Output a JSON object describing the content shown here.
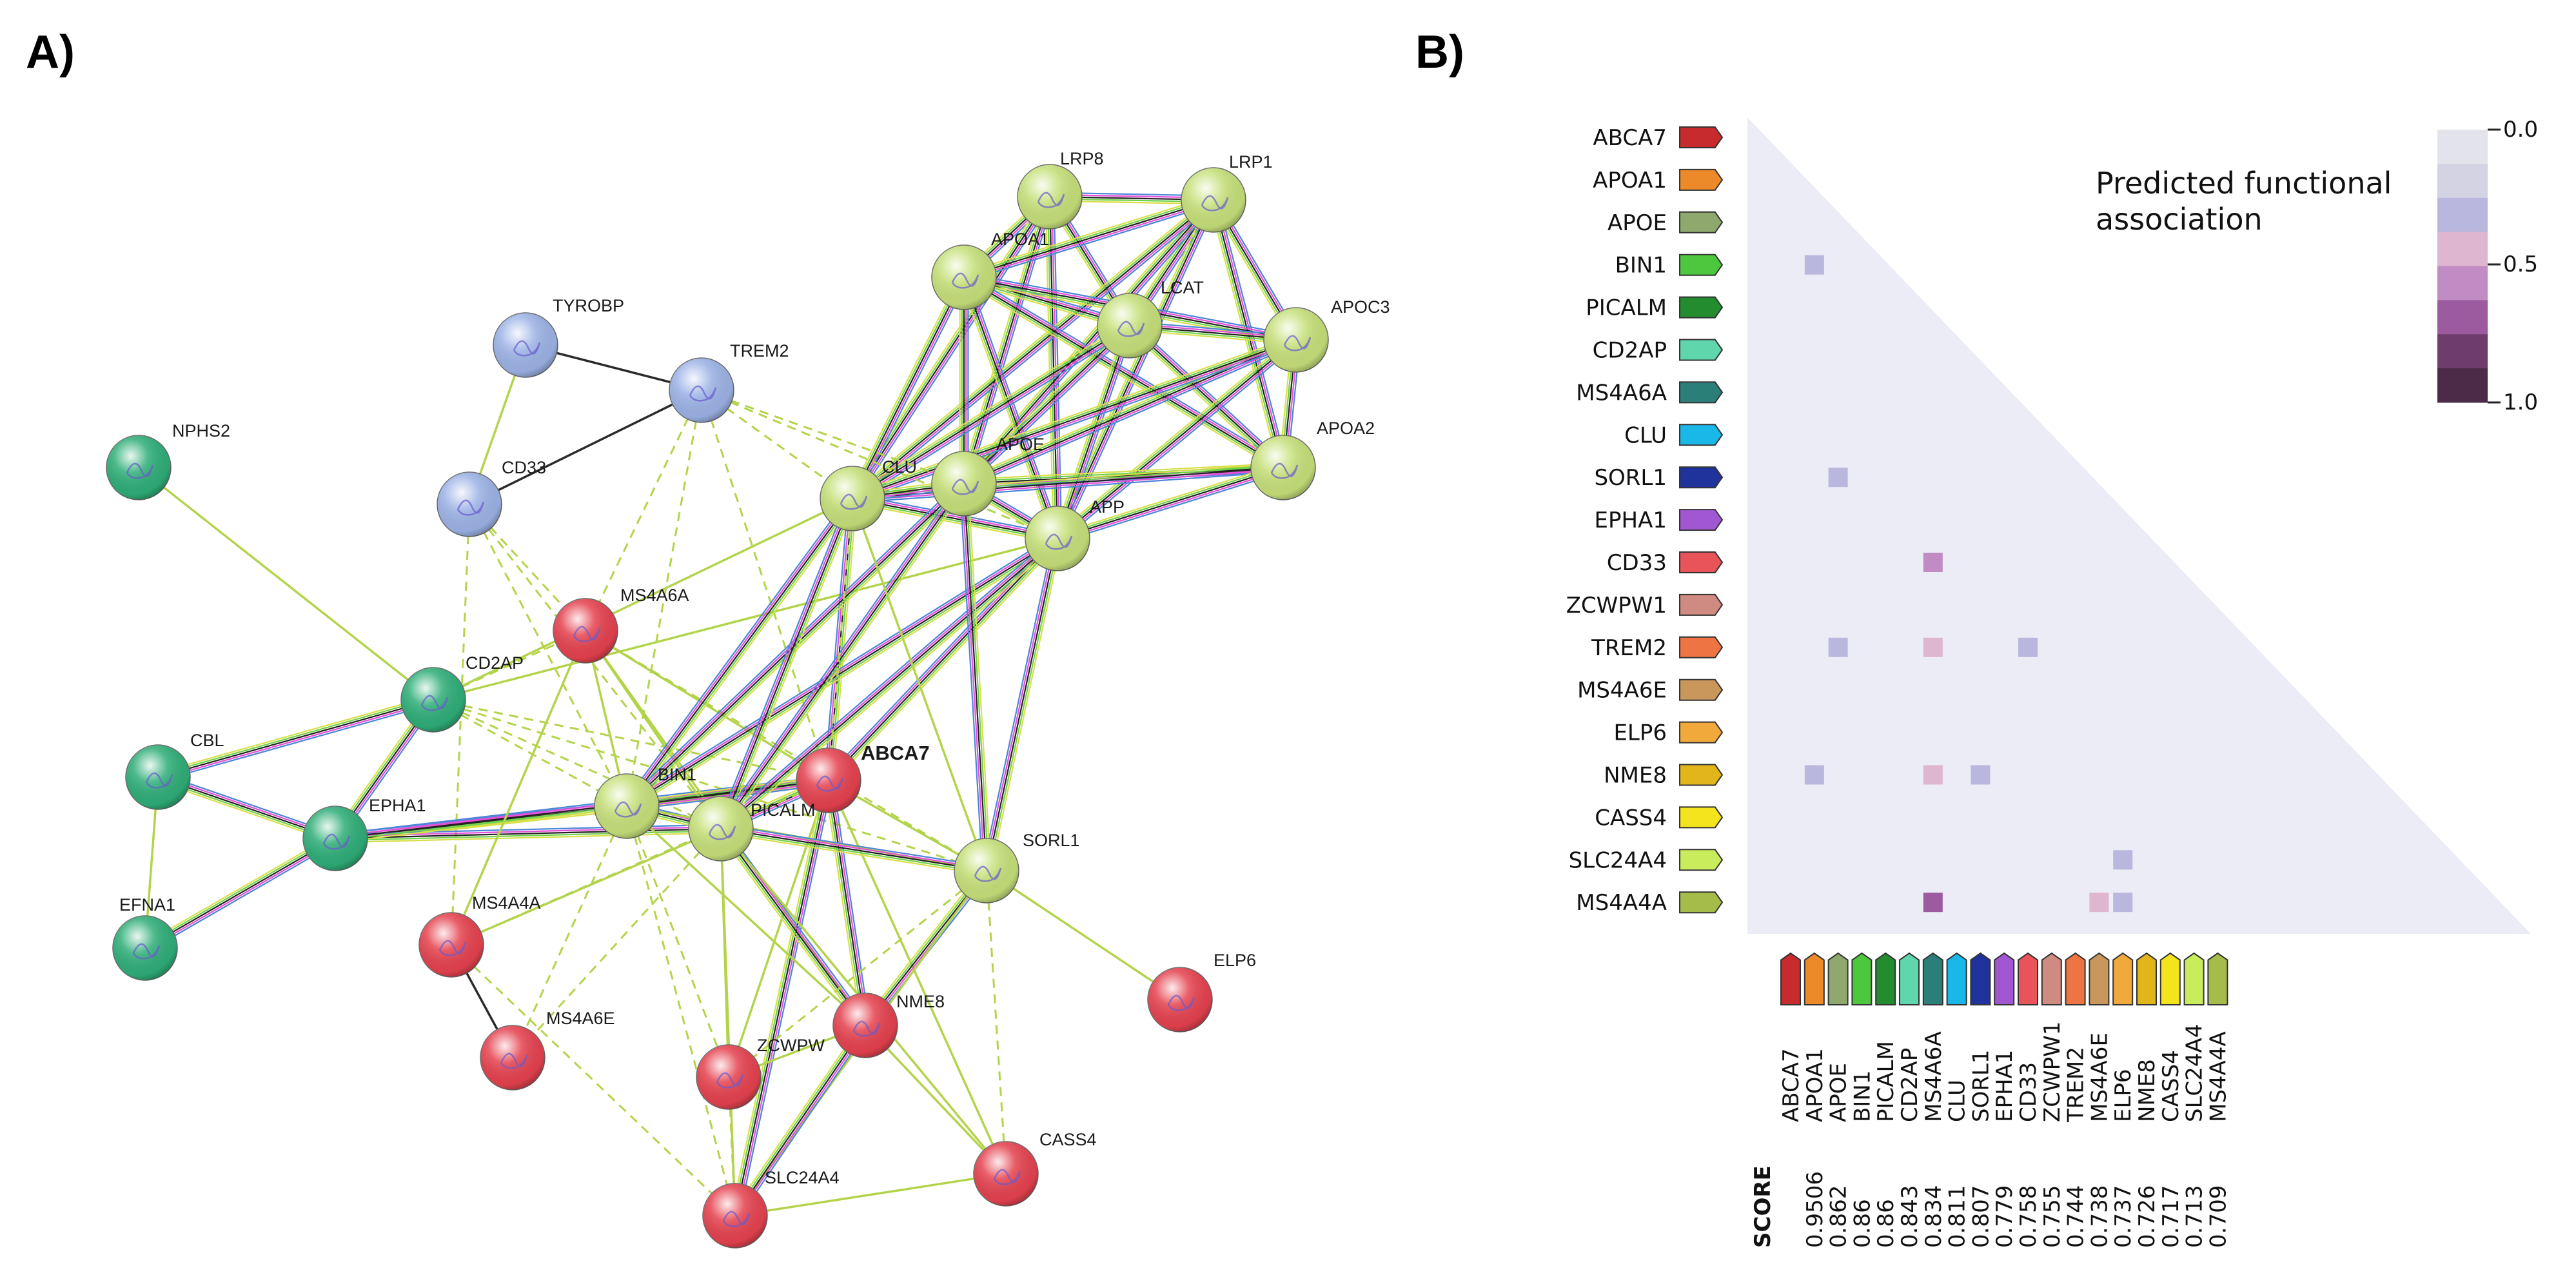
{
  "panel_a": {
    "letter": "A)",
    "nodes": [
      {
        "id": "LRP8",
        "label": "LRP8",
        "color": "#c6e07a"
      },
      {
        "id": "LRP1",
        "label": "LRP1",
        "color": "#c6e07a"
      },
      {
        "id": "APOA1",
        "label": "APOA1",
        "color": "#c6e07a"
      },
      {
        "id": "LCAT",
        "label": "LCAT",
        "color": "#c6e07a"
      },
      {
        "id": "APOC3",
        "label": "APOC3",
        "color": "#c6e07a"
      },
      {
        "id": "APOA2",
        "label": "APOA2",
        "color": "#c6e07a"
      },
      {
        "id": "APOE",
        "label": "APOE",
        "color": "#c6e07a"
      },
      {
        "id": "CLU",
        "label": "CLU",
        "color": "#c6e07a"
      },
      {
        "id": "APP",
        "label": "APP",
        "color": "#c6e07a"
      },
      {
        "id": "TYROBP",
        "label": "TYROBP",
        "color": "#9db3e6"
      },
      {
        "id": "TREM2",
        "label": "TREM2",
        "color": "#9db3e6"
      },
      {
        "id": "CD33",
        "label": "CD33",
        "color": "#9db3e6"
      },
      {
        "id": "NPHS2",
        "label": "NPHS2",
        "color": "#2fae78"
      },
      {
        "id": "CD2AP",
        "label": "CD2AP",
        "color": "#2fae78"
      },
      {
        "id": "CBL",
        "label": "CBL",
        "color": "#2fae78"
      },
      {
        "id": "EPHA1",
        "label": "EPHA1",
        "color": "#2fae78"
      },
      {
        "id": "EFNA1",
        "label": "EFNA1",
        "color": "#2fae78"
      },
      {
        "id": "MS4A6A",
        "label": "MS4A6A",
        "color": "#e5424f"
      },
      {
        "id": "ABCA7",
        "label": "ABCA7",
        "color": "#e5424f",
        "bold": true
      },
      {
        "id": "BIN1",
        "label": "BIN1",
        "color": "#c6e07a"
      },
      {
        "id": "PICALM",
        "label": "PICALM",
        "color": "#c6e07a"
      },
      {
        "id": "SORL1",
        "label": "SORL1",
        "color": "#c6e07a"
      },
      {
        "id": "MS4A4A",
        "label": "MS4A4A",
        "color": "#e5424f"
      },
      {
        "id": "MS4A6E",
        "label": "MS4A6E",
        "color": "#e5424f"
      },
      {
        "id": "ELP6",
        "label": "ELP6",
        "color": "#e5424f"
      },
      {
        "id": "ZCWPW1",
        "label": "ZCWPW",
        "color": "#e5424f"
      },
      {
        "id": "NME8",
        "label": "NME8",
        "color": "#e5424f"
      },
      {
        "id": "CASS4",
        "label": "CASS4",
        "color": "#e5424f"
      },
      {
        "id": "SLC24A4",
        "label": "SLC24A4",
        "color": "#e5424f"
      }
    ],
    "edges": [
      [
        "LRP8",
        "LRP1",
        "m"
      ],
      [
        "LRP8",
        "APOA1",
        "m"
      ],
      [
        "LRP8",
        "LCAT",
        "m"
      ],
      [
        "LRP8",
        "APOE",
        "m"
      ],
      [
        "LRP8",
        "APP",
        "m"
      ],
      [
        "LRP8",
        "CLU",
        "m"
      ],
      [
        "LRP1",
        "APOA1",
        "m"
      ],
      [
        "LRP1",
        "LCAT",
        "m"
      ],
      [
        "LRP1",
        "APOC3",
        "m"
      ],
      [
        "LRP1",
        "APOE",
        "m"
      ],
      [
        "LRP1",
        "APP",
        "m"
      ],
      [
        "LRP1",
        "CLU",
        "m"
      ],
      [
        "LRP1",
        "APOA2",
        "m"
      ],
      [
        "APOA1",
        "LCAT",
        "m"
      ],
      [
        "APOA1",
        "APOC3",
        "m"
      ],
      [
        "APOA1",
        "APOA2",
        "m"
      ],
      [
        "APOA1",
        "APOE",
        "m"
      ],
      [
        "APOA1",
        "CLU",
        "m"
      ],
      [
        "APOA1",
        "APP",
        "m"
      ],
      [
        "LCAT",
        "APOC3",
        "m"
      ],
      [
        "LCAT",
        "APOA2",
        "m"
      ],
      [
        "LCAT",
        "APOE",
        "m"
      ],
      [
        "LCAT",
        "CLU",
        "m"
      ],
      [
        "LCAT",
        "APP",
        "m"
      ],
      [
        "APOC3",
        "APOA2",
        "m"
      ],
      [
        "APOC3",
        "APOE",
        "m"
      ],
      [
        "APOC3",
        "CLU",
        "m"
      ],
      [
        "APOC3",
        "APP",
        "m"
      ],
      [
        "APOA2",
        "APOE",
        "m"
      ],
      [
        "APOA2",
        "CLU",
        "m"
      ],
      [
        "APOA2",
        "APP",
        "m"
      ],
      [
        "APOE",
        "CLU",
        "m"
      ],
      [
        "APOE",
        "APP",
        "m"
      ],
      [
        "CLU",
        "APP",
        "m"
      ],
      [
        "TYROBP",
        "TREM2",
        "k"
      ],
      [
        "TYROBP",
        "CD33",
        "y"
      ],
      [
        "TREM2",
        "CD33",
        "k"
      ],
      [
        "TREM2",
        "CLU",
        "d"
      ],
      [
        "TREM2",
        "APOE",
        "d"
      ],
      [
        "TREM2",
        "APP",
        "d"
      ],
      [
        "TREM2",
        "ABCA7",
        "d"
      ],
      [
        "TREM2",
        "MS4A6A",
        "d"
      ],
      [
        "TREM2",
        "BIN1",
        "d"
      ],
      [
        "CD33",
        "MS4A6A",
        "d"
      ],
      [
        "CD33",
        "BIN1",
        "d"
      ],
      [
        "CD33",
        "PICALM",
        "d"
      ],
      [
        "CD33",
        "MS4A4A",
        "d"
      ],
      [
        "NPHS2",
        "CD2AP",
        "y"
      ],
      [
        "CD2AP",
        "CBL",
        "m"
      ],
      [
        "CD2AP",
        "EPHA1",
        "m"
      ],
      [
        "CD2AP",
        "BIN1",
        "d"
      ],
      [
        "CD2AP",
        "PICALM",
        "d"
      ],
      [
        "CD2AP",
        "MS4A6A",
        "d"
      ],
      [
        "CD2AP",
        "ABCA7",
        "d"
      ],
      [
        "CD2AP",
        "APP",
        "y"
      ],
      [
        "CD2AP",
        "CLU",
        "y"
      ],
      [
        "CD2AP",
        "SORL1",
        "d"
      ],
      [
        "CBL",
        "EPHA1",
        "m"
      ],
      [
        "CBL",
        "EFNA1",
        "y"
      ],
      [
        "EPHA1",
        "EFNA1",
        "m"
      ],
      [
        "EPHA1",
        "BIN1",
        "m"
      ],
      [
        "EPHA1",
        "PICALM",
        "m"
      ],
      [
        "EPHA1",
        "ABCA7",
        "m"
      ],
      [
        "MS4A6A",
        "BIN1",
        "y"
      ],
      [
        "MS4A6A",
        "PICALM",
        "y"
      ],
      [
        "MS4A6A",
        "ABCA7",
        "y"
      ],
      [
        "MS4A6A",
        "NME8",
        "y"
      ],
      [
        "MS4A6A",
        "MS4A4A",
        "y"
      ],
      [
        "MS4A6A",
        "SORL1",
        "d"
      ],
      [
        "ABCA7",
        "BIN1",
        "m"
      ],
      [
        "ABCA7",
        "PICALM",
        "m"
      ],
      [
        "ABCA7",
        "SORL1",
        "y"
      ],
      [
        "ABCA7",
        "APP",
        "m"
      ],
      [
        "ABCA7",
        "CLU",
        "m"
      ],
      [
        "ABCA7",
        "NME8",
        "m"
      ],
      [
        "ABCA7",
        "ZCWPW1",
        "y"
      ],
      [
        "ABCA7",
        "SLC24A4",
        "m"
      ],
      [
        "ABCA7",
        "CASS4",
        "y"
      ],
      [
        "ABCA7",
        "MS4A4A",
        "d"
      ],
      [
        "BIN1",
        "PICALM",
        "m"
      ],
      [
        "BIN1",
        "APP",
        "m"
      ],
      [
        "BIN1",
        "CLU",
        "m"
      ],
      [
        "BIN1",
        "SORL1",
        "y"
      ],
      [
        "BIN1",
        "APOE",
        "m"
      ],
      [
        "BIN1",
        "NME8",
        "y"
      ],
      [
        "BIN1",
        "SLC24A4",
        "d"
      ],
      [
        "BIN1",
        "MS4A6E",
        "d"
      ],
      [
        "BIN1",
        "ZCWPW1",
        "d"
      ],
      [
        "PICALM",
        "APP",
        "m"
      ],
      [
        "PICALM",
        "CLU",
        "m"
      ],
      [
        "PICALM",
        "APOE",
        "m"
      ],
      [
        "PICALM",
        "SORL1",
        "m"
      ],
      [
        "PICALM",
        "NME8",
        "m"
      ],
      [
        "PICALM",
        "SLC24A4",
        "y"
      ],
      [
        "PICALM",
        "ZCWPW1",
        "y"
      ],
      [
        "PICALM",
        "CASS4",
        "y"
      ],
      [
        "PICALM",
        "MS4A4A",
        "y"
      ],
      [
        "PICALM",
        "MS4A6E",
        "d"
      ],
      [
        "SORL1",
        "APP",
        "m"
      ],
      [
        "SORL1",
        "APOE",
        "m"
      ],
      [
        "SORL1",
        "CLU",
        "y"
      ],
      [
        "SORL1",
        "ELP6",
        "y"
      ],
      [
        "SORL1",
        "NME8",
        "m"
      ],
      [
        "SORL1",
        "CASS4",
        "d"
      ],
      [
        "SORL1",
        "SLC24A4",
        "y"
      ],
      [
        "SORL1",
        "ZCWPW1",
        "d"
      ],
      [
        "MS4A4A",
        "MS4A6E",
        "k"
      ],
      [
        "MS4A4A",
        "SLC24A4",
        "d"
      ],
      [
        "NME8",
        "ZCWPW1",
        "y"
      ],
      [
        "NME8",
        "SLC24A4",
        "m"
      ],
      [
        "NME8",
        "CASS4",
        "y"
      ],
      [
        "ZCWPW1",
        "SLC24A4",
        "d"
      ],
      [
        "CASS4",
        "SLC24A4",
        "y"
      ],
      [
        "CLU",
        "ABCA7",
        "d"
      ]
    ]
  },
  "panel_b": {
    "letter": "B)",
    "legend": {
      "title_line1": "Predicted functional",
      "title_line2": "association",
      "tick_top": "0.0",
      "tick_mid": "0.5",
      "tick_bottom": "1.0",
      "colors": [
        "#e3e3ec",
        "#d3d3e3",
        "#bab7de",
        "#dfb6d0",
        "#c18cc3",
        "#9c5b9e",
        "#6e3d6e",
        "#4b2b47"
      ]
    },
    "triangle_color": "#ececf7",
    "genes": [
      {
        "name": "ABCA7",
        "color": "#c72b2d",
        "score": ""
      },
      {
        "name": "APOA1",
        "color": "#ec8a2a",
        "score": "0.9506"
      },
      {
        "name": "APOE",
        "color": "#8fa86e",
        "score": "0.862"
      },
      {
        "name": "BIN1",
        "color": "#4dc73d",
        "score": "0.86"
      },
      {
        "name": "PICALM",
        "color": "#238c2f",
        "score": "0.86"
      },
      {
        "name": "CD2AP",
        "color": "#5fd6ac",
        "score": "0.843"
      },
      {
        "name": "MS4A6A",
        "color": "#2b7f78",
        "score": "0.834"
      },
      {
        "name": "CLU",
        "color": "#19b8e8",
        "score": "0.811"
      },
      {
        "name": "SORL1",
        "color": "#20329b",
        "score": "0.807"
      },
      {
        "name": "EPHA1",
        "color": "#a157d2",
        "score": "0.779"
      },
      {
        "name": "CD33",
        "color": "#e9545a",
        "score": "0.758"
      },
      {
        "name": "ZCWPW1",
        "color": "#cf8a82",
        "score": "0.755"
      },
      {
        "name": "TREM2",
        "color": "#ef7443",
        "score": "0.744"
      },
      {
        "name": "MS4A6E",
        "color": "#c9975c",
        "score": "0.738"
      },
      {
        "name": "ELP6",
        "color": "#f2a93b",
        "score": "0.737"
      },
      {
        "name": "NME8",
        "color": "#e2b51a",
        "score": "0.726"
      },
      {
        "name": "CASS4",
        "color": "#f4e41d",
        "score": "0.717"
      },
      {
        "name": "SLC24A4",
        "color": "#c8ec5b",
        "score": "0.713"
      },
      {
        "name": "MS4A4A",
        "color": "#a5bb4a",
        "score": "0.709"
      }
    ],
    "score_header": "SCORE",
    "cells": [
      {
        "row": "BIN1",
        "col": "APOA1",
        "value": 0.25
      },
      {
        "row": "SORL1",
        "col": "APOE",
        "value": 0.25
      },
      {
        "row": "CD33",
        "col": "MS4A6A",
        "value": 0.6
      },
      {
        "row": "TREM2",
        "col": "APOE",
        "value": 0.25
      },
      {
        "row": "TREM2",
        "col": "MS4A6A",
        "value": 0.45
      },
      {
        "row": "TREM2",
        "col": "CD33",
        "value": 0.25
      },
      {
        "row": "NME8",
        "col": "APOA1",
        "value": 0.25
      },
      {
        "row": "NME8",
        "col": "MS4A6A",
        "value": 0.45
      },
      {
        "row": "NME8",
        "col": "SORL1",
        "value": 0.25
      },
      {
        "row": "SLC24A4",
        "col": "ELP6",
        "value": 0.25
      },
      {
        "row": "MS4A4A",
        "col": "ELP6",
        "value": 0.25
      },
      {
        "row": "MS4A4A",
        "col": "MS4A6A",
        "value": 0.75
      },
      {
        "row": "MS4A4A",
        "col": "MS4A6E",
        "value": 0.45
      }
    ]
  }
}
